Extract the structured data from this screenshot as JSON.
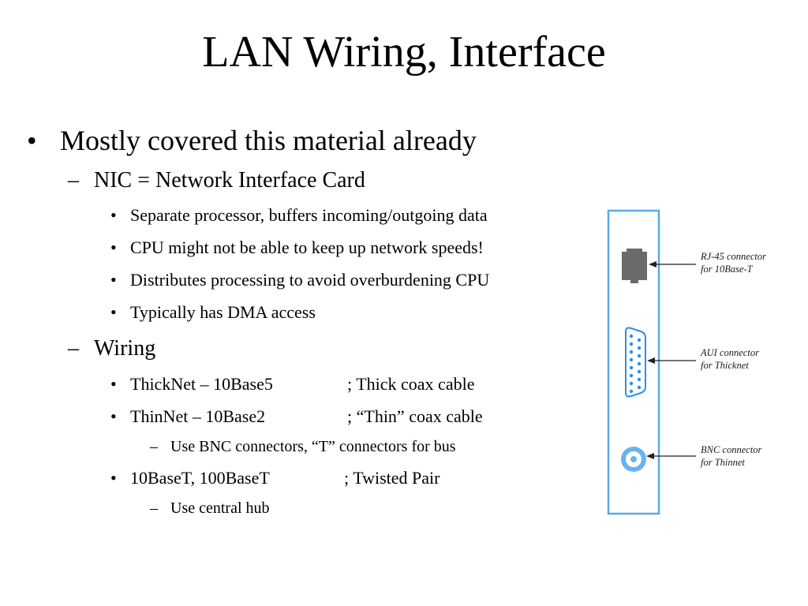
{
  "slide": {
    "title": "LAN Wiring, Interface",
    "bullets": {
      "b1": "Mostly covered this material already",
      "nic": "NIC = Network Interface Card",
      "nic_1": "Separate processor, buffers incoming/outgoing data",
      "nic_2": "CPU might not be able to keep up network speeds!",
      "nic_3": "Distributes processing to avoid overburdening CPU",
      "nic_4": "Typically has DMA access",
      "wiring": "Wiring",
      "thicknet": "ThickNet – 10Base5",
      "thicknet_note": "; Thick coax cable",
      "thinnet": "ThinNet – 10Base2",
      "thinnet_note": "; “Thin” coax cable",
      "thinnet_sub": "Use BNC connectors, “T” connectors for bus",
      "tp": "10BaseT, 100BaseT",
      "tp_note": "; Twisted Pair",
      "tp_sub": "Use central hub"
    },
    "markers": {
      "bullet": "•",
      "dash": "–"
    }
  },
  "diagram": {
    "labels": {
      "rj45_line1": "RJ-45 connector",
      "rj45_line2": "for 10Base-T",
      "aui_line1": "AUI connector",
      "aui_line2": "for Thicknet",
      "bnc_line1": "BNC connector",
      "bnc_line2": "for Thinnet"
    },
    "colors": {
      "panel_border": "#5aa9e6",
      "rj45_fill": "#6b6b6b",
      "aui_blue": "#2f8fe0",
      "bnc_blue": "#66b3ee",
      "arrow": "#222222"
    }
  }
}
